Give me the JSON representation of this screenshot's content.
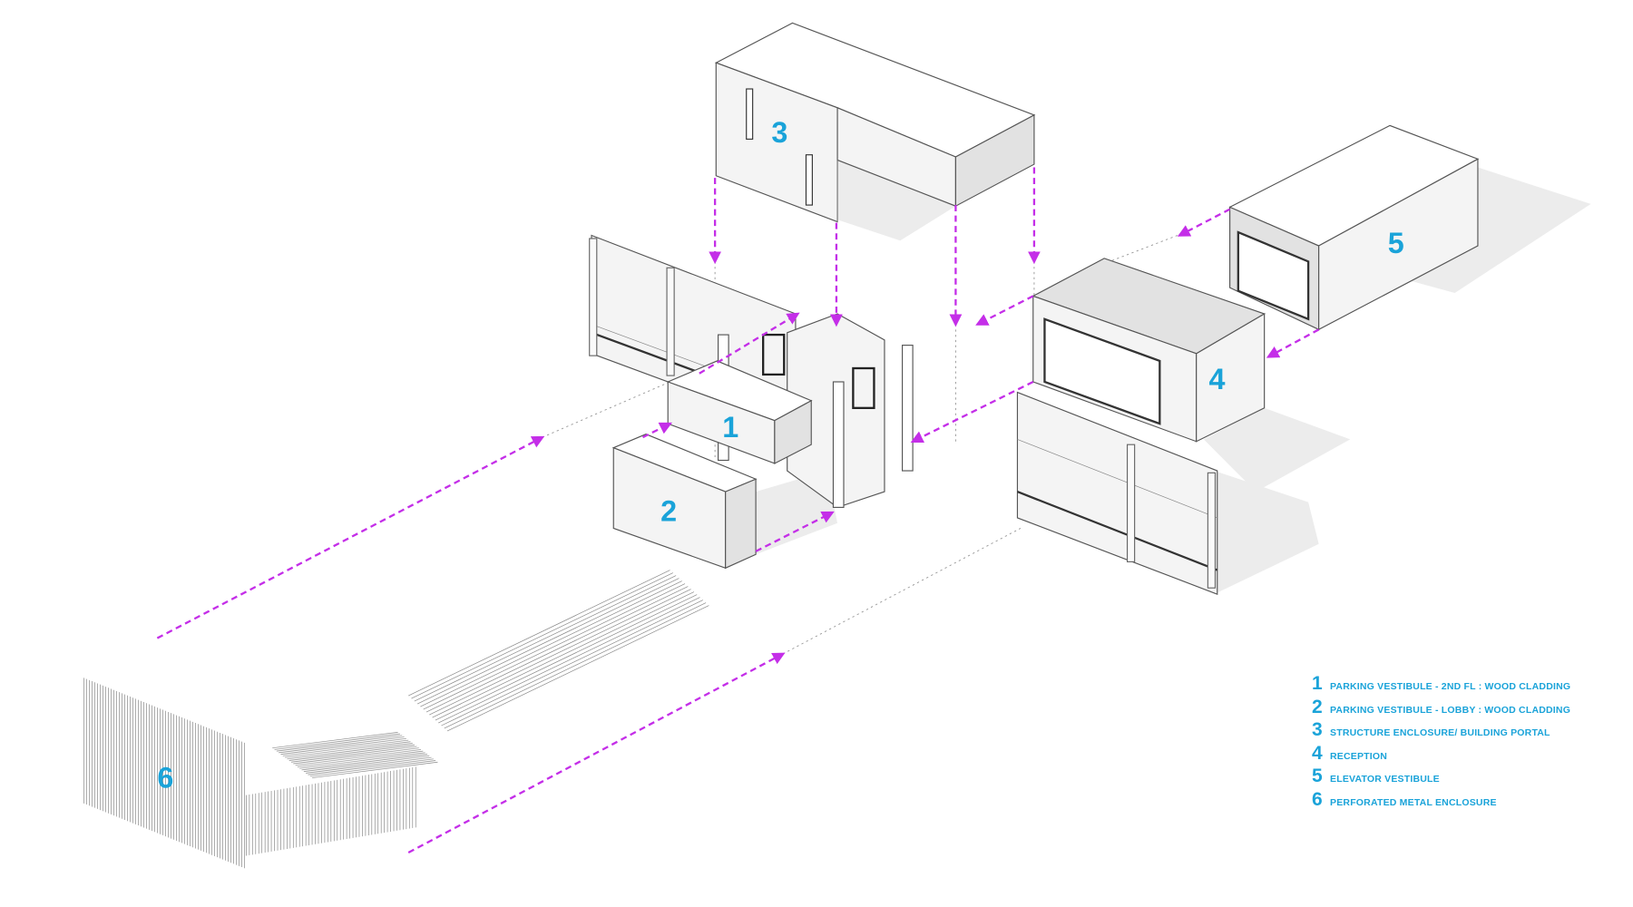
{
  "labels": {
    "n1": "1",
    "n2": "2",
    "n3": "3",
    "n4": "4",
    "n5": "5",
    "n6": "6"
  },
  "legend": [
    {
      "num": "1",
      "text": "PARKING VESTIBULE - 2ND FL : WOOD CLADDING"
    },
    {
      "num": "2",
      "text": "PARKING VESTIBULE - LOBBY : WOOD CLADDING"
    },
    {
      "num": "3",
      "text": "STRUCTURE ENCLOSURE/ BUILDING PORTAL"
    },
    {
      "num": "4",
      "text": "RECEPTION"
    },
    {
      "num": "5",
      "text": "ELEVATOR VESTIBULE"
    },
    {
      "num": "6",
      "text": "PERFORATED METAL ENCLOSURE"
    }
  ],
  "colors": {
    "label": "#1aa3d9",
    "arrow": "#c42ee8"
  }
}
